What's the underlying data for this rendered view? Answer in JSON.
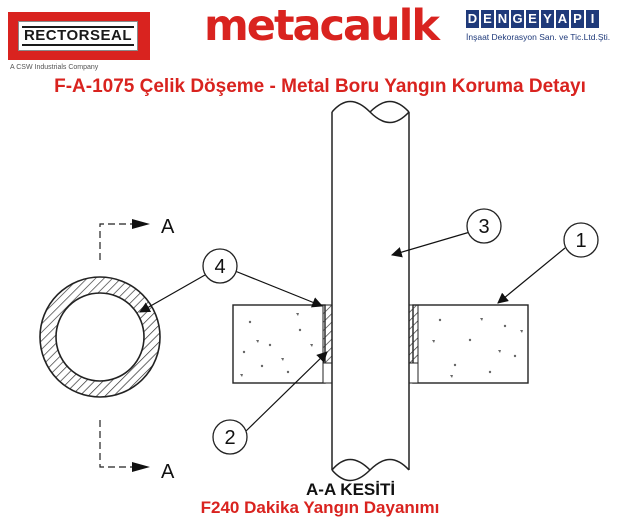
{
  "header": {
    "rectorseal_logo": "RECTORSEAL",
    "rectorseal_sub": "A CSW Industrials Company",
    "metacaulk_logo": "metacaulk",
    "dengeyapi_logo": "DENGEYAPI",
    "dengeyapi_sub": "İnşaat Dekorasyon San. ve Tic.Ltd.Şti."
  },
  "title": "F-A-1075 Çelik Döşeme - Metal Boru Yangın Koruma Detayı",
  "diagram": {
    "section_marker": "A",
    "callouts": [
      "1",
      "2",
      "3",
      "4"
    ],
    "section_label": "A-A KESİTİ"
  },
  "footer": {
    "rating": "F240 Dakika Yangın Dayanımı"
  },
  "colors": {
    "brand_red": "#d9231f",
    "brand_blue": "#1f3a7a",
    "line": "#222222"
  }
}
